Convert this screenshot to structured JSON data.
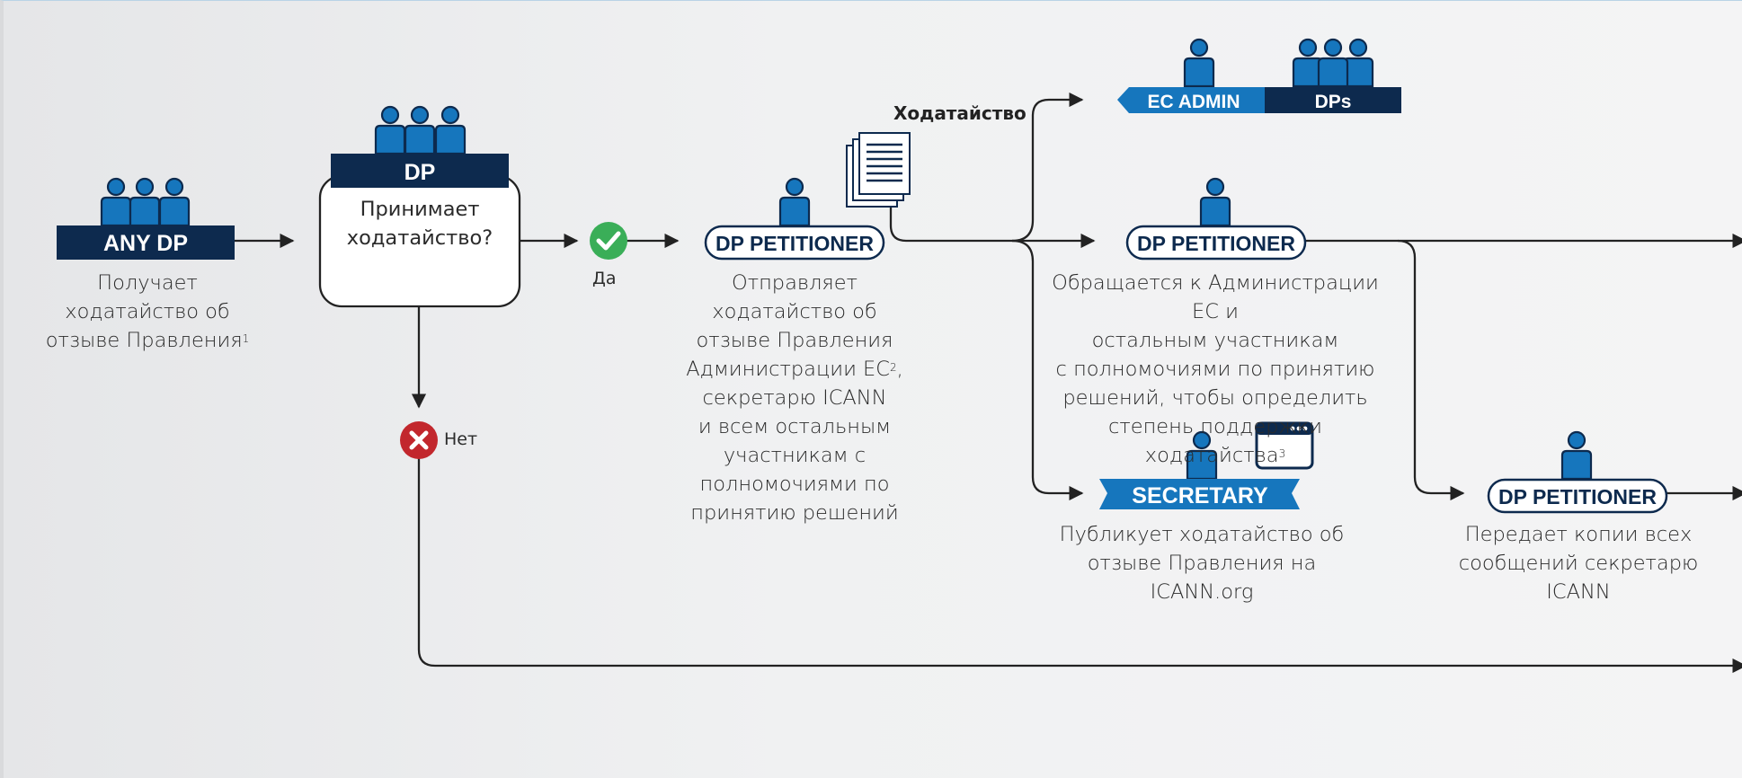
{
  "colors": {
    "navy": "#0d2a4e",
    "blue": "#1676bd",
    "green": "#3aae58",
    "red": "#c2272d",
    "line": "#222222"
  },
  "nodes": {
    "any_dp": {
      "badge": "ANY DP",
      "desc_lines": [
        "Получает",
        "ходатайство об",
        "отзыве Правления"
      ],
      "footnote": "1"
    },
    "dp_decision": {
      "badge": "DP",
      "question_lines": [
        "Принимает",
        "ходатайство?"
      ]
    },
    "yes_label": "Да",
    "no_label": "Нет",
    "dp_petitioner_1": {
      "badge": "DP PETITIONER",
      "desc_lines": [
        "Отправляет",
        "ходатайство об",
        "отзыве Правления",
        "Администрации ЕС",
        "секретарю ICANN",
        "и всем остальным",
        "участникам с",
        "полномочиями по",
        "принятию решений"
      ],
      "footnote": "2"
    },
    "branch_label": "Ходатайство",
    "ec_admin": {
      "badge": "EC ADMIN"
    },
    "dps": {
      "badge": "DPs"
    },
    "dp_petitioner_2": {
      "badge": "DP PETITIONER",
      "desc_lines": [
        "Обращается к Администрации ЕС и",
        "остальным участникам",
        "с полномочиями по принятию",
        "решений, чтобы определить",
        "степень поддержки ходатайства"
      ],
      "footnote": "3"
    },
    "secretary": {
      "badge": "SECRETARY",
      "desc_lines": [
        "Публикует ходатайство об",
        "отзыве Правления на",
        "ICANN.org"
      ]
    },
    "dp_petitioner_3": {
      "badge": "DP PETITIONER",
      "desc_lines": [
        "Передает копии всех",
        "сообщений секретарю",
        "ICANN"
      ]
    }
  }
}
